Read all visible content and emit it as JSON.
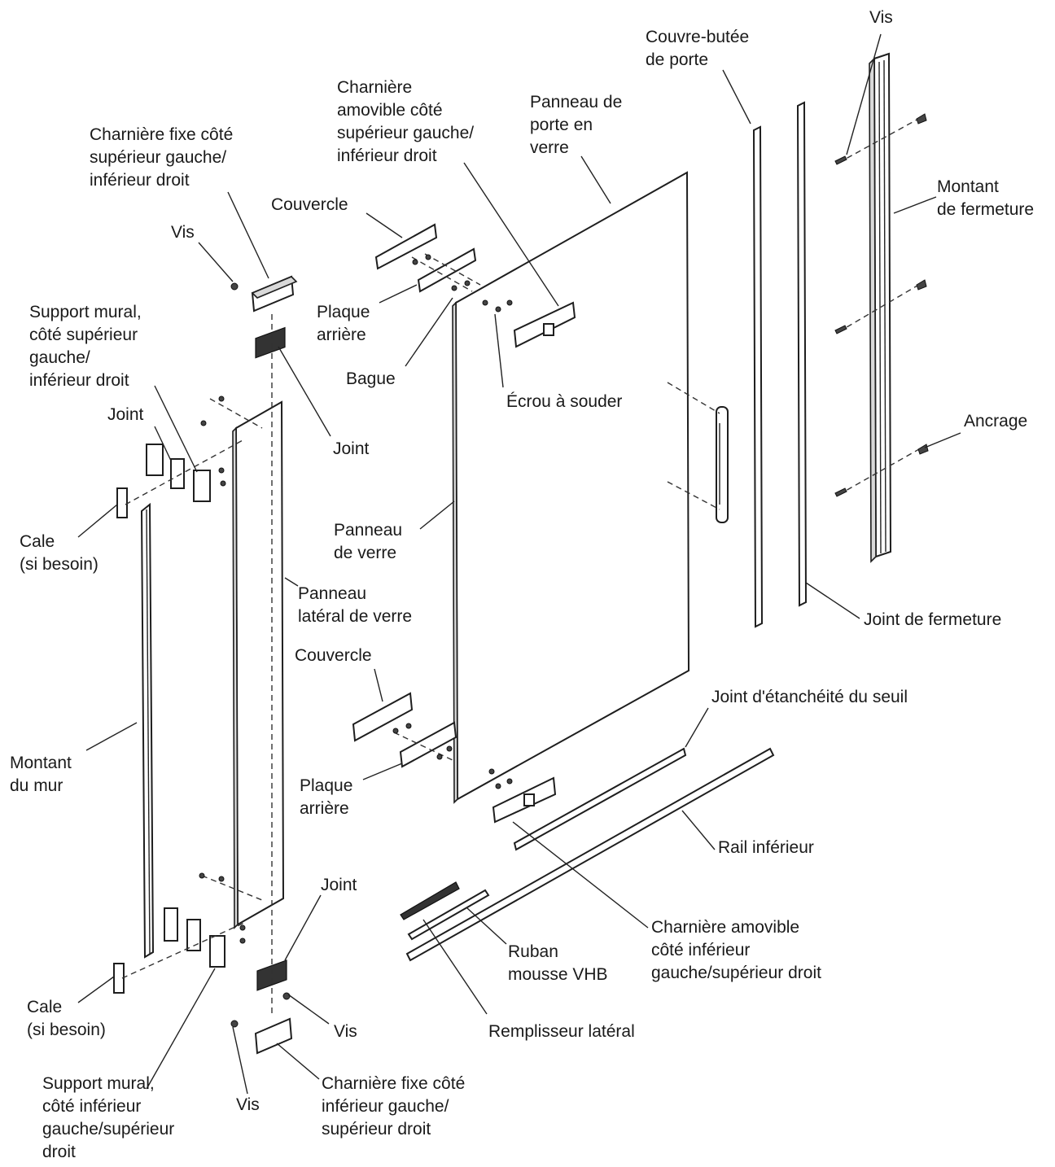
{
  "labels": {
    "vis_top_right": "Vis",
    "couvre_butee": "Couvre-butée\nde porte",
    "charniere_amovible_sup": "Charnière\namovible côté\nsupérieur gauche/\ninférieur droit",
    "panneau_porte": "Panneau de\nporte en\nverre",
    "charniere_fixe_sup": "Charnière fixe côté\nsupérieur gauche/\ninférieur droit",
    "couvercle_top": "Couvercle",
    "montant_fermeture": "Montant\nde fermeture",
    "vis_top_left": "Vis",
    "support_mural_sup": "Support mural,\ncôté supérieur\ngauche/\ninférieur droit",
    "plaque_arriere_top": "Plaque\narrière",
    "bague": "Bague",
    "ecrou": "Écrou à souder",
    "joint_left_top": "Joint",
    "joint_center_top": "Joint",
    "ancrage": "Ancrage",
    "cale_top": "Cale\n(si besoin)",
    "panneau_verre": "Panneau\nde verre",
    "panneau_lateral": "Panneau\nlatéral de verre",
    "joint_fermeture": "Joint de fermeture",
    "couvercle_bottom": "Couvercle",
    "joint_seuil": "Joint d'étanchéité du seuil",
    "montant_mur": "Montant\ndu mur",
    "plaque_arriere_bottom": "Plaque\narrière",
    "rail_inferieur": "Rail inférieur",
    "joint_bottom": "Joint",
    "charniere_amovible_inf": "Charnière amovible\ncôté inférieur\ngauche/supérieur droit",
    "ruban": "Ruban\nmousse VHB",
    "cale_bottom": "Cale\n(si besoin)",
    "vis_bottom_right": "Vis",
    "remplisseur": "Remplisseur latéral",
    "support_mural_inf": "Support mural,\ncôté inférieur\ngauche/supérieur\ndroit",
    "vis_bottom_left": "Vis",
    "charniere_fixe_inf": "Charnière fixe côté\ninférieur gauche/\nsupérieur droit"
  }
}
